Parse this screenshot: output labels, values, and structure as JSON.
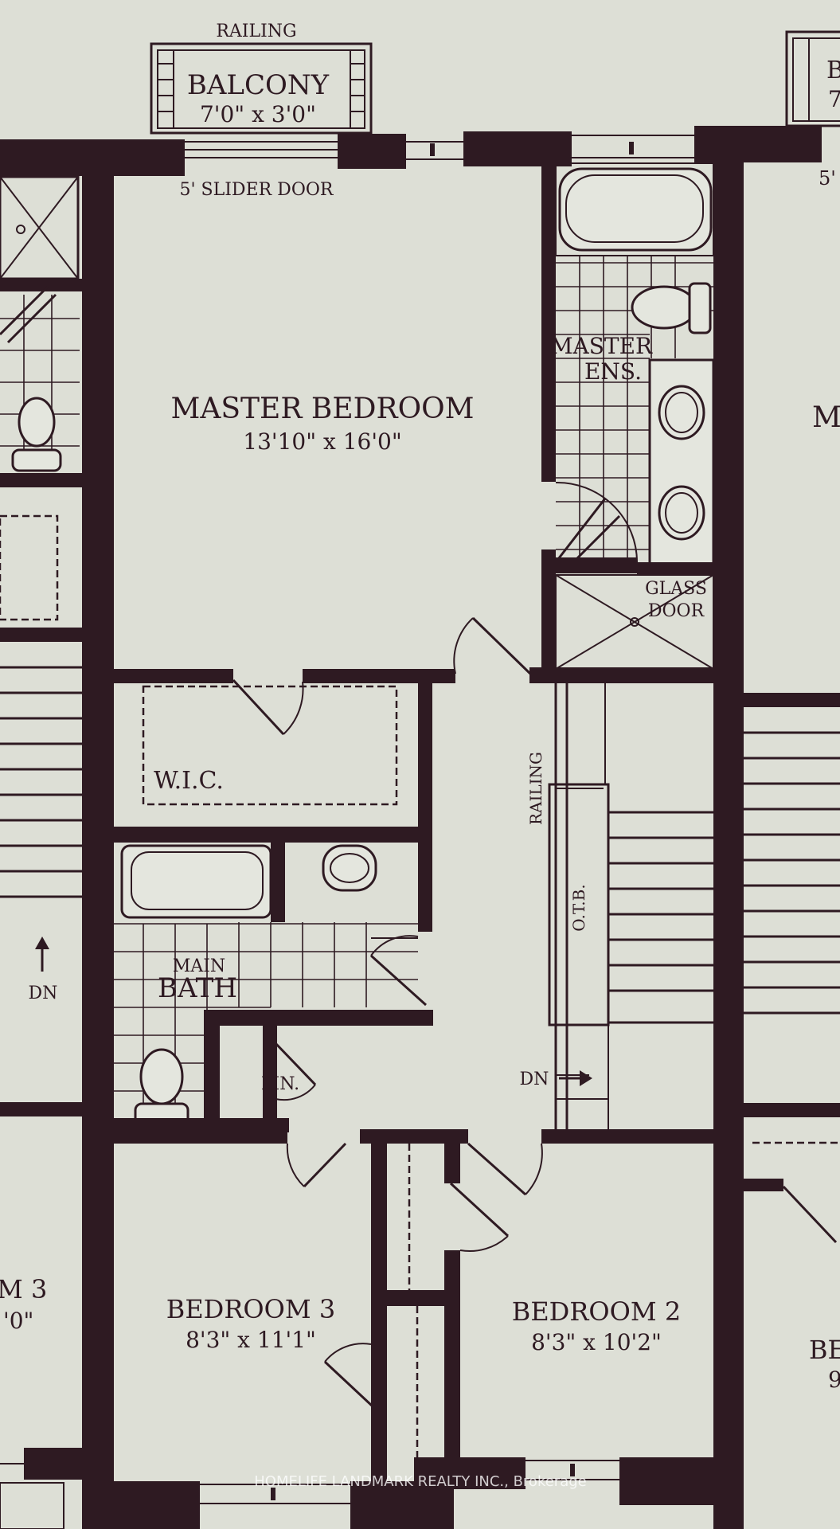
{
  "labels": {
    "railing_top": "RAILING",
    "balcony_name": "BALCONY",
    "balcony_size": "7'0\" x 3'0\"",
    "slider_door": "5' SLIDER DOOR",
    "master_bedroom_name": "MASTER BEDROOM",
    "master_bedroom_size": "13'10\" x 16'0\"",
    "master_ens_line1": "MASTER",
    "master_ens_line2": "ENS.",
    "glass_line1": "GLASS",
    "glass_line2": "DOOR",
    "wic": "W.I.C.",
    "railing_side": "RAILING",
    "otb": "O.T.B.",
    "main_line1": "MAIN",
    "main_line2": "BATH",
    "lin": "LIN.",
    "dn_left": "DN",
    "dn_center": "DN",
    "bedroom3_name": "BEDROOM 3",
    "bedroom3_size": "8'3\" x 11'1\"",
    "bedroom2_name": "BEDROOM 2",
    "bedroom2_size": "8'3\" x 10'2\"",
    "edge_right_5": "5'",
    "edge_right_m": "M",
    "edge_right_b": "B",
    "edge_right_7": "7",
    "edge_right_be": "BE",
    "edge_right_9": "9",
    "edge_left_m3": "M 3",
    "edge_left_0": "'0\""
  },
  "watermark": "HOMELIFE LANDMARK REALTY INC., Brokerage",
  "colors": {
    "wall": "#2e1a22",
    "paper": "#dddfd6"
  }
}
